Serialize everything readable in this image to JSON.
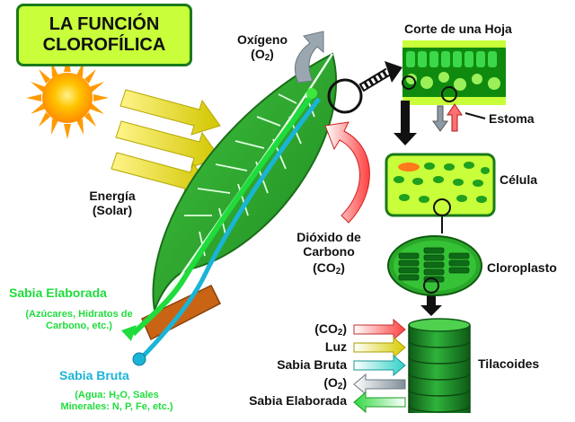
{
  "title": {
    "line1": "LA FUNCIÓN",
    "line2": "CLOROFÍLICA"
  },
  "energia": {
    "line1": "Energía",
    "line2": "(Solar)"
  },
  "oxigeno": {
    "line1": "Oxígeno",
    "formula_pre": "(O",
    "formula_sub": "2",
    "formula_post": ")"
  },
  "dioxido": {
    "line1": "Dióxido de",
    "line2": "Carbono",
    "formula_pre": "(CO",
    "formula_sub": "2",
    "formula_post": ")"
  },
  "corte": "Corte de una Hoja",
  "estoma": "Estoma",
  "celula": "Célula",
  "cloroplasto": "Cloroplasto",
  "tilacoides": "Tilacoides",
  "sabia_elaborada": {
    "title": "Sabia Elaborada",
    "line1": "(Azúcares, Hidratos de",
    "line2": "Carbono, etc.)"
  },
  "sabia_bruta": {
    "title": "Sabia Bruta",
    "line1_pre": "(Agua: H",
    "line1_sub": "2",
    "line1_post": "O, Sales",
    "line2": "Minerales: N, P, Fe, etc.)"
  },
  "legend": [
    {
      "pre": "(CO",
      "sub": "2",
      "post": ")",
      "color": "#ff6b6b"
    },
    {
      "pre": "Luz",
      "sub": "",
      "post": "",
      "color": "#e0d000"
    },
    {
      "pre": "Sabia Bruta",
      "sub": "",
      "post": "",
      "color": "#40d8d0"
    },
    {
      "pre": "(O",
      "sub": "2",
      "post": ")",
      "color": "#9aa7b0"
    },
    {
      "pre": "Sabia Elaborada",
      "sub": "",
      "post": "",
      "color": "#3bd84a"
    }
  ],
  "colors": {
    "title_bg": "#c8ff3a",
    "leaf": "#2fa82f",
    "leaf_dark": "#1a6e1a",
    "sap_green": "#1fdc3c",
    "sap_cyan": "#1ab4d6",
    "stem": "#c86414",
    "sun": "#ff9a00"
  },
  "icons": [
    "sun-icon",
    "light-arrow-icon",
    "oxygen-arrow-icon",
    "co2-arrow-icon",
    "zoom-arrow-icon"
  ]
}
